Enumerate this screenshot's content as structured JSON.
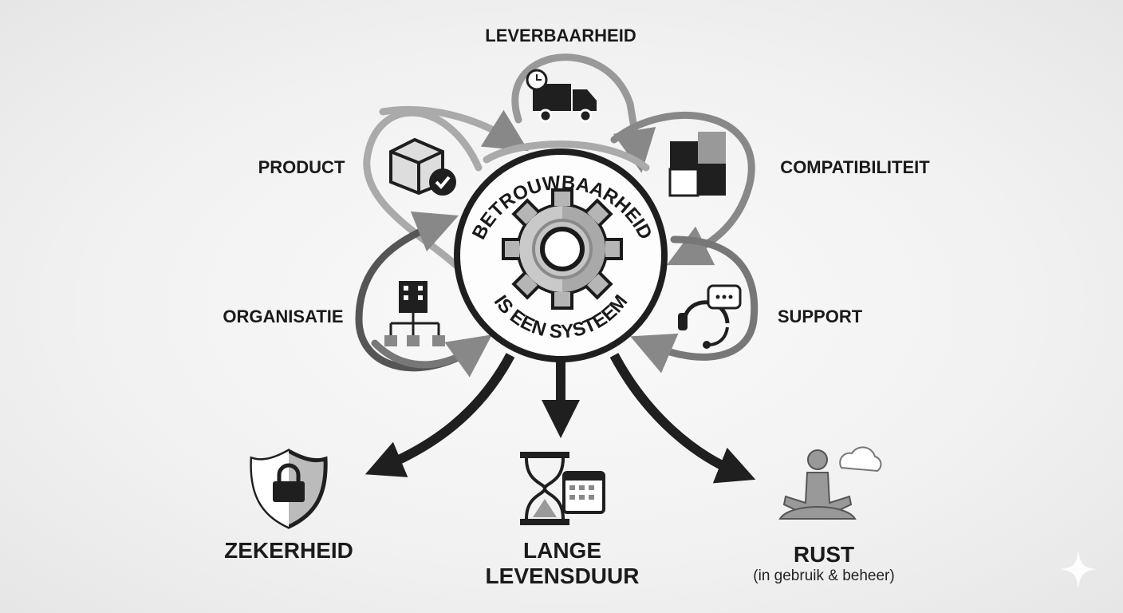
{
  "center": {
    "top_text": "BETROUWBAARHEID",
    "bottom_text": "IS EEN SYSTEEM",
    "icon": "gear-icon"
  },
  "factors": [
    {
      "label": "LEVERBAARHEID",
      "icon": "delivery-truck-icon"
    },
    {
      "label": "PRODUCT",
      "icon": "box-check-icon"
    },
    {
      "label": "COMPATIBILITEIT",
      "icon": "puzzle-icon"
    },
    {
      "label": "ORGANISATIE",
      "icon": "org-chart-icon"
    },
    {
      "label": "SUPPORT",
      "icon": "headset-icon"
    }
  ],
  "outcomes": [
    {
      "label": "ZEKERHEID",
      "icon": "shield-lock-icon"
    },
    {
      "label_line1": "LANGE",
      "label_line2": "LEVENSDUUR",
      "icon": "hourglass-calendar-icon"
    },
    {
      "label": "RUST",
      "sublabel": "(in gebruik & beheer)",
      "icon": "meditation-icon"
    }
  ],
  "colors": {
    "dark": "#1f1f1f",
    "gray": "#8a8a8a",
    "light_gray": "#bdbdbd"
  }
}
